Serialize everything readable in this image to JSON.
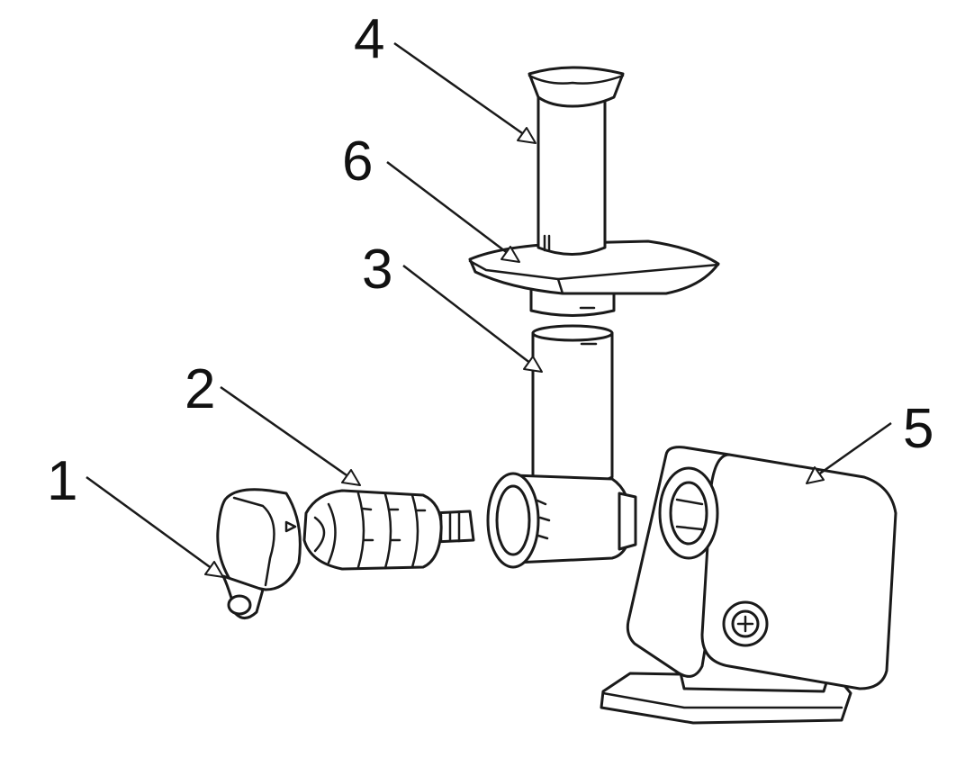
{
  "diagram": {
    "callouts": [
      {
        "id": "c1",
        "label": "1"
      },
      {
        "id": "c2",
        "label": "2"
      },
      {
        "id": "c3",
        "label": "3"
      },
      {
        "id": "c4",
        "label": "4"
      },
      {
        "id": "c5",
        "label": "5"
      },
      {
        "id": "c6",
        "label": "6"
      }
    ],
    "colors": {
      "line": "#1a1a1a",
      "fill": "#ffffff",
      "background": "#ffffff"
    }
  }
}
